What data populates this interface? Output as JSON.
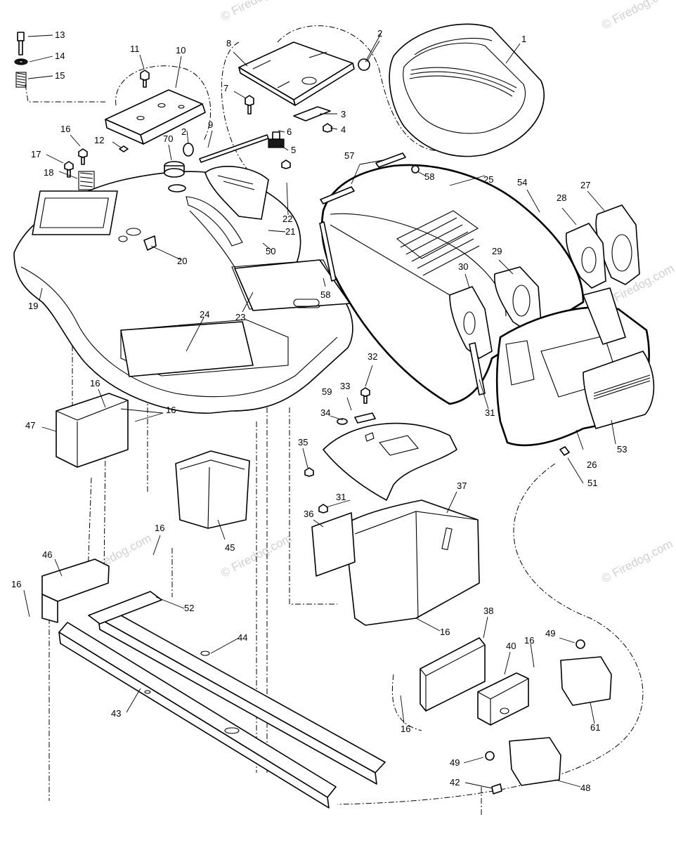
{
  "watermark": "© Firedog.com",
  "callouts": [
    "1",
    "2",
    "3",
    "4",
    "5",
    "6",
    "7",
    "8",
    "9",
    "10",
    "11",
    "12",
    "13",
    "14",
    "15",
    "16",
    "17",
    "18",
    "19",
    "20",
    "21",
    "22",
    "23",
    "24",
    "25",
    "26",
    "27",
    "28",
    "29",
    "30",
    "31",
    "32",
    "33",
    "34",
    "35",
    "36",
    "37",
    "38",
    "40",
    "42",
    "43",
    "44",
    "45",
    "46",
    "47",
    "48",
    "49",
    "50",
    "51",
    "52",
    "53",
    "54",
    "57",
    "58",
    "59",
    "61",
    "70"
  ]
}
